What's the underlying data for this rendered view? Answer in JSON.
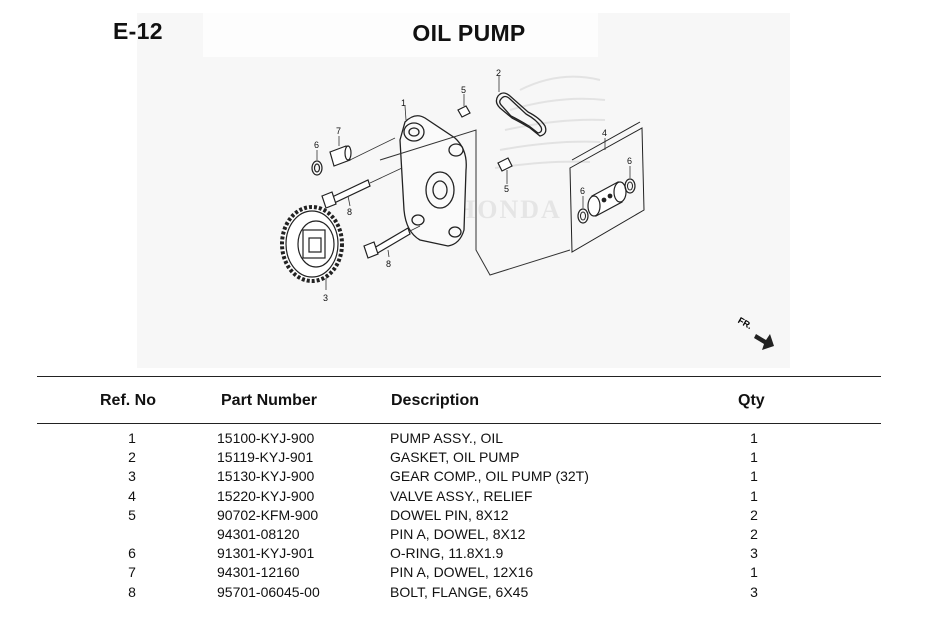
{
  "header": {
    "page_code": "E-12",
    "title": "OIL PUMP"
  },
  "diagram": {
    "callouts": [
      "1",
      "2",
      "3",
      "4",
      "5",
      "5",
      "6",
      "6",
      "6",
      "7",
      "8",
      "8"
    ],
    "direction_marker": "FR.",
    "watermark": "HONDA"
  },
  "table": {
    "headers": {
      "ref": "Ref. No",
      "part_number": "Part Number",
      "description": "Description",
      "qty": "Qty"
    },
    "rows": [
      {
        "ref": "1",
        "part_number": "15100-KYJ-900",
        "description": "PUMP ASSY., OIL",
        "qty": "1"
      },
      {
        "ref": "2",
        "part_number": "15119-KYJ-901",
        "description": "GASKET, OIL PUMP",
        "qty": "1"
      },
      {
        "ref": "3",
        "part_number": "15130-KYJ-900",
        "description": "GEAR COMP., OIL PUMP (32T)",
        "qty": "1"
      },
      {
        "ref": "4",
        "part_number": "15220-KYJ-900",
        "description": "VALVE ASSY., RELIEF",
        "qty": "1"
      },
      {
        "ref": "5",
        "part_number": "90702-KFM-900",
        "description": "DOWEL PIN, 8X12",
        "qty": "2"
      },
      {
        "ref": "",
        "part_number": "94301-08120",
        "description": "PIN A, DOWEL, 8X12",
        "qty": "2"
      },
      {
        "ref": "6",
        "part_number": "91301-KYJ-901",
        "description": "O-RING, 11.8X1.9",
        "qty": "3"
      },
      {
        "ref": "7",
        "part_number": "94301-12160",
        "description": "PIN A, DOWEL, 12X16",
        "qty": "1"
      },
      {
        "ref": "8",
        "part_number": "95701-06045-00",
        "description": "BOLT, FLANGE, 6X45",
        "qty": "3"
      }
    ]
  }
}
